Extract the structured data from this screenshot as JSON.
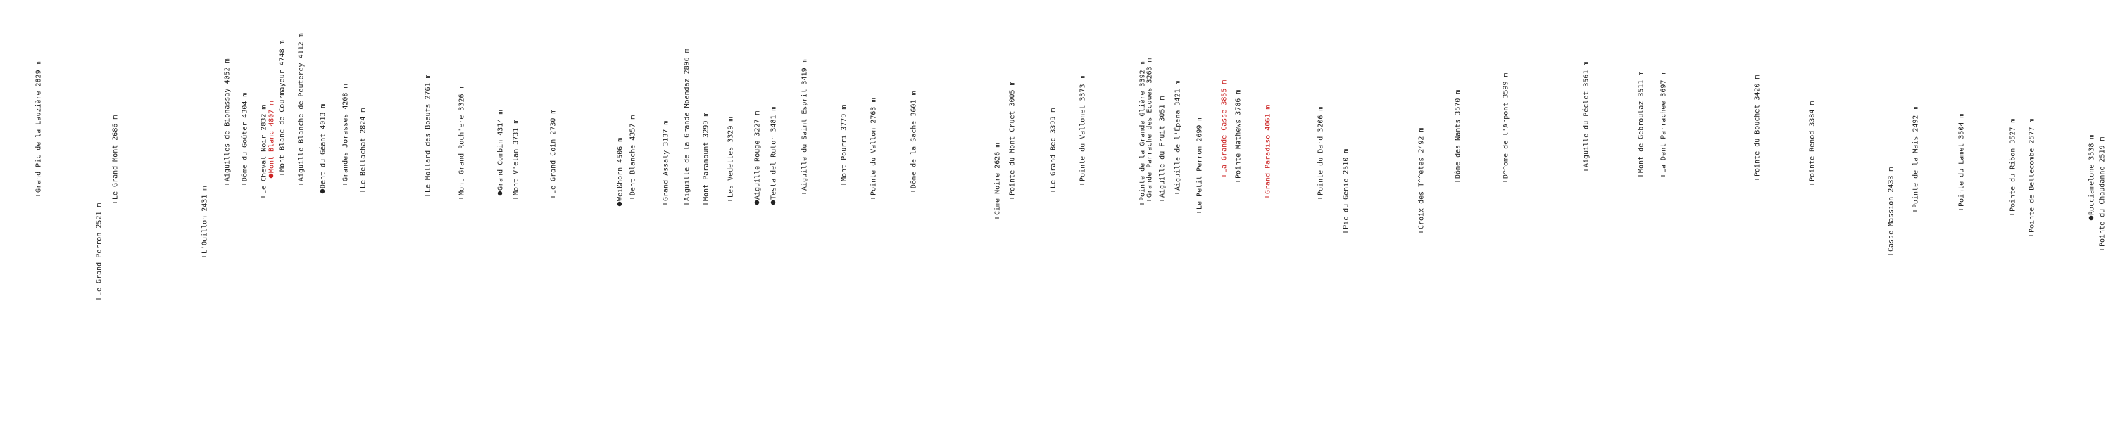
{
  "colors": {
    "normal": "#222222",
    "highlight": "#cc2222",
    "dot": "#222222"
  },
  "peaks": [
    {
      "label": "Grand Pic de la Lauzière 2829 m"
    },
    {
      "label": "Le Grand Perron 2521 m"
    },
    {
      "label": "Le Grand Mont 2686 m"
    },
    {
      "label": "L'Ouillon 2431 m"
    },
    {
      "label": "Aiguilles de Bionassay 4052 m"
    },
    {
      "label": "Dôme du Goûter 4304 m"
    },
    {
      "label": "Le Cheval Noir 2832 m"
    },
    {
      "label": "Mont Blanc 4807 m",
      "highlight": true,
      "dot": true
    },
    {
      "label": "Mont Blanc de Courmayeur 4748 m"
    },
    {
      "label": "Aiguille Blanche de Peuterey 4112 m"
    },
    {
      "label": "Dent du Géant 4013 m",
      "dot": true
    },
    {
      "label": "Grandes Jorasses 4208 m"
    },
    {
      "label": "Le Bellachat 2824 m"
    },
    {
      "label": "Le Mollard des Boeufs 2761 m"
    },
    {
      "label": "Mont Grand Roch'ere 3326 m"
    },
    {
      "label": "Grand Combin 4314 m",
      "dot": true
    },
    {
      "label": "Mont V'elan 3731 m"
    },
    {
      "label": "Le Grand Coin 2730 m"
    },
    {
      "label": "Weißhorn 4506 m",
      "dot": true
    },
    {
      "label": "Dent Blanche 4357 m"
    },
    {
      "label": "Grand Assaly 3137 m"
    },
    {
      "label": "Aiguille de la Grande Moendaz 2896 m"
    },
    {
      "label": "Mont Paramount 3299 m"
    },
    {
      "label": "Les Vedettes 3329 m"
    },
    {
      "label": "Aiguille Rouge 3227 m",
      "dot": true
    },
    {
      "label": "Testa del Rutor 3481 m",
      "dot": true
    },
    {
      "label": "Aiguille du Saint Esprit 3419 m"
    },
    {
      "label": "Mont Pourri 3779 m"
    },
    {
      "label": "Pointe du Vallon 2763 m"
    },
    {
      "label": "Dôme de la Sache 3601 m"
    },
    {
      "label": "Cime Noire 2626 m"
    },
    {
      "label": "Pointe du Mont Cruet 3005 m"
    },
    {
      "label": "Le Grand Bec 3399 m"
    },
    {
      "label": "Pointe du Vallonet 3373 m"
    },
    {
      "label": "Pointe de la Grande Glière 3392 m"
    },
    {
      "label": "Grande Parrache des Ecoues 3263 m"
    },
    {
      "label": "Aiguille du Fruit 3051 m"
    },
    {
      "label": "Aiguille de l'Épena 3421 m"
    },
    {
      "label": "Le Petit Perron 2699 m"
    },
    {
      "label": "La Grande Casse 3855 m",
      "highlight": true
    },
    {
      "label": "Pointe Mathews 3786 m"
    },
    {
      "label": "Grand Paradiso 4061 m",
      "highlight": true
    },
    {
      "label": "Pointe du Dard 3206 m"
    },
    {
      "label": "Pic du Genie 2510 m"
    },
    {
      "label": "Croix des T^^etes 2492 m"
    },
    {
      "label": "Dôme des Nants 3570 m"
    },
    {
      "label": "D^^ome de l'Arpont 3599 m"
    },
    {
      "label": "Aiguille du Péclet 3561 m"
    },
    {
      "label": "Mont de Gebroulaz 3511 m"
    },
    {
      "label": "La Dent Parrachee 3697 m"
    },
    {
      "label": "Pointe du Bouchet 3420 m"
    },
    {
      "label": "Pointe Renod 3384 m"
    },
    {
      "label": "Casse Massion 2433 m"
    },
    {
      "label": "Pointe de la Mais 2492 m"
    },
    {
      "label": "Pointe du Lamet 3504 m"
    },
    {
      "label": "Pointe du Ribon 3527 m"
    },
    {
      "label": "Pointe de Bellecombe 2577 m"
    },
    {
      "label": "Rocciamelone 3538 m",
      "dot": true
    },
    {
      "label": "Pointe du Chaudanne 2519 m"
    }
  ]
}
